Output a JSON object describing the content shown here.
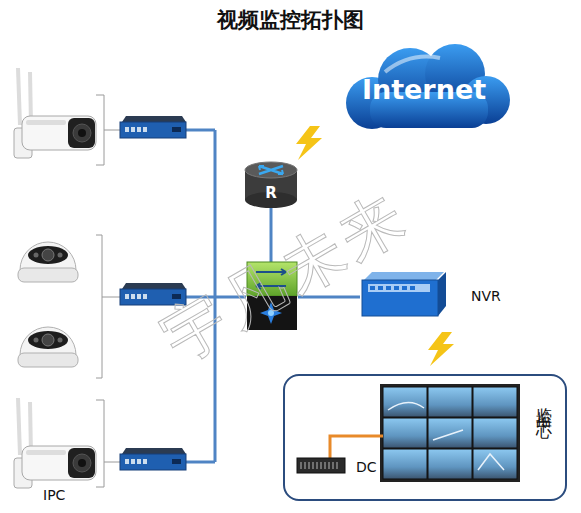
{
  "diagram": {
    "title": "视频监控拓扑图",
    "nodes": [
      {
        "text": [
          "Internet"
        ]
      },
      {
        "text": [
          "R"
        ]
      },
      {
        "text": [
          "NVR"
        ]
      },
      {
        "text": [
          "监控中心"
        ]
      },
      {
        "text": [
          "DC"
        ],
        "in": 3
      }
    ],
    "labels": [
      "IPC",
      "宇凡未来"
    ]
  }
}
